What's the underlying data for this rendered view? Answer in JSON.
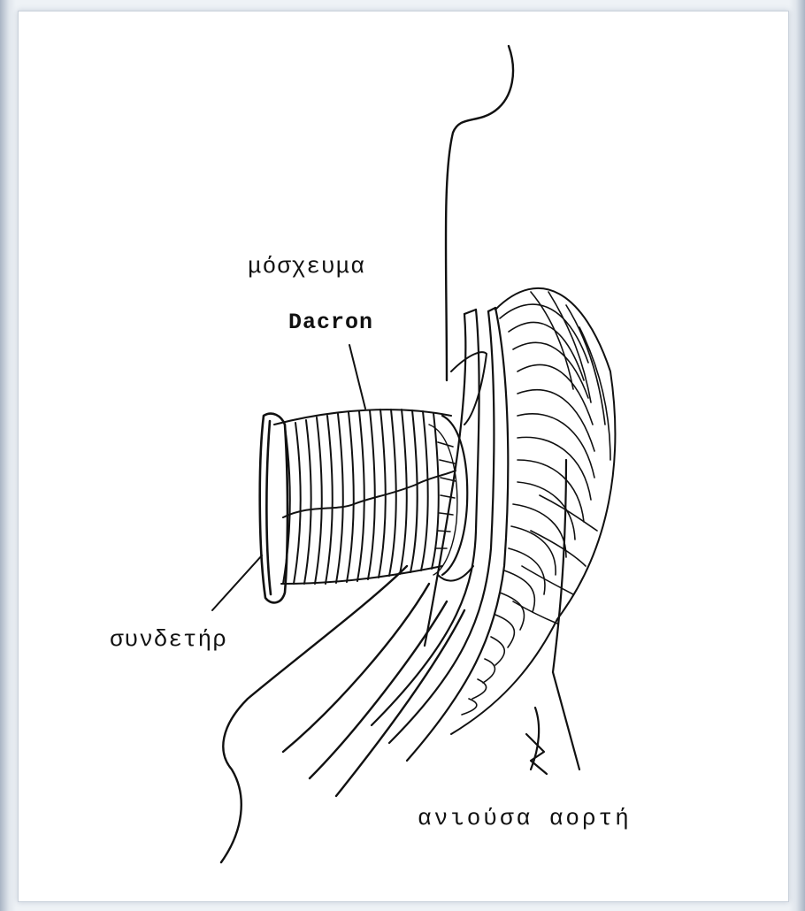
{
  "labels": {
    "graft": "μόσχευμα",
    "dacron": "Dacron",
    "clip": "συνδετήρ",
    "ascending_aorta": "ανιούσα αορτή"
  }
}
